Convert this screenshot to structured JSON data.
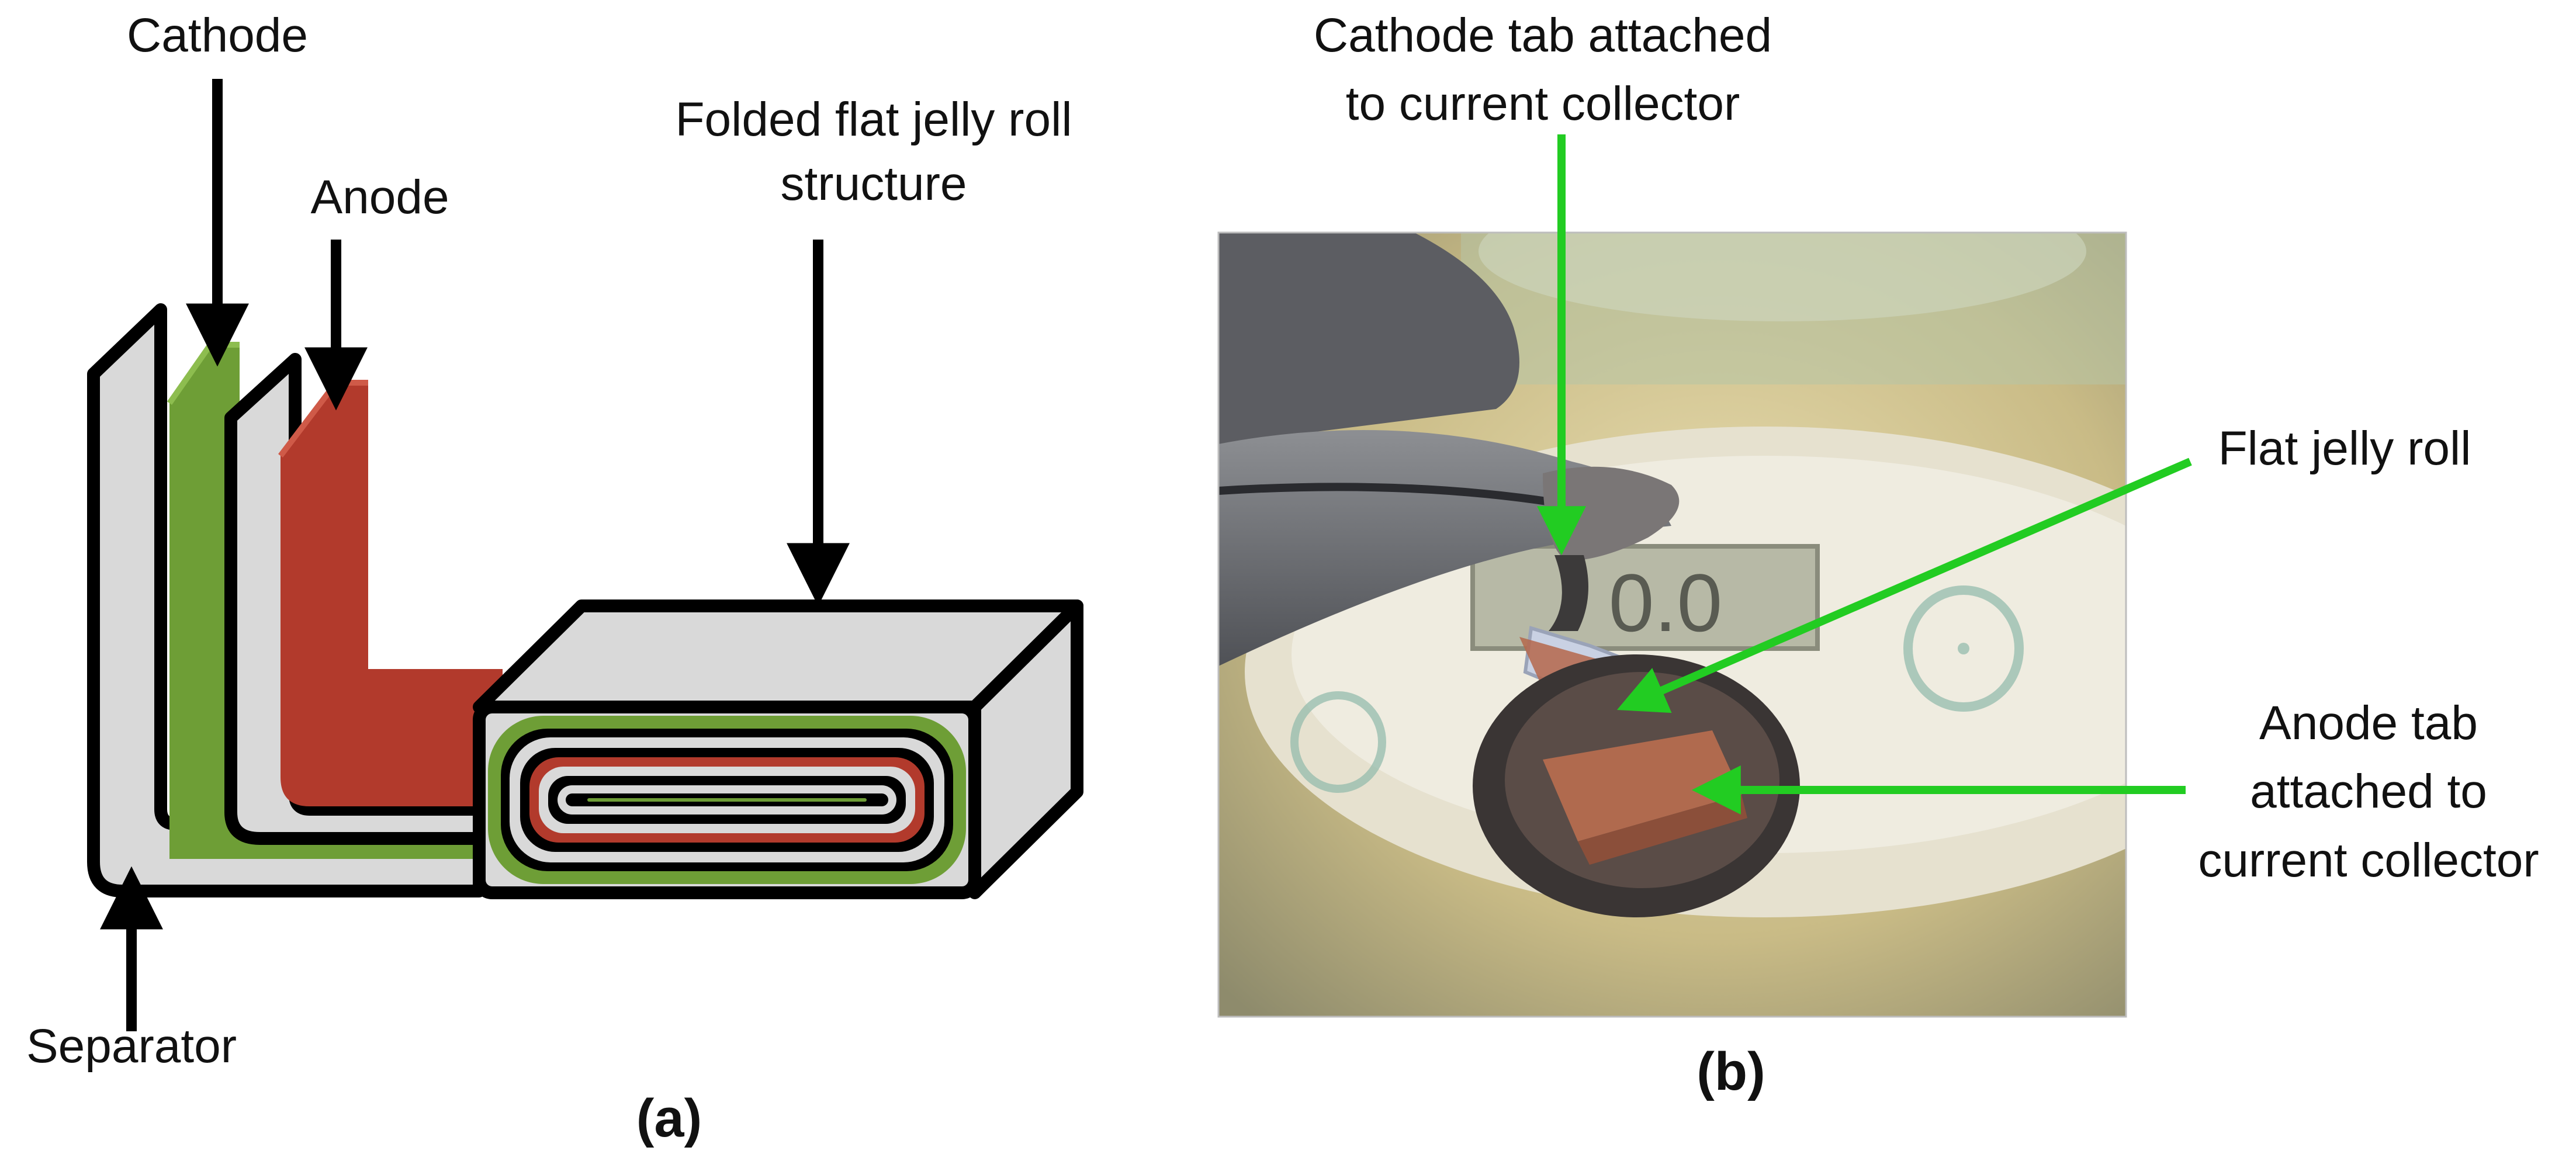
{
  "panel_a": {
    "labels": {
      "cathode": "Cathode",
      "anode": "Anode",
      "jelly_roll_line1": "Folded flat jelly roll",
      "jelly_roll_line2": "structure",
      "separator": "Separator"
    },
    "caption": "(a)"
  },
  "panel_b": {
    "labels": {
      "cathode_tab_line1": "Cathode tab attached",
      "cathode_tab_line2": "to current collector",
      "flat_jelly_roll": "Flat jelly roll",
      "anode_tab_line1": "Anode tab",
      "anode_tab_line2": "attached to",
      "anode_tab_line3": "current collector"
    },
    "scale_readout": "0.0",
    "caption": "(b)"
  },
  "colors": {
    "separator": "#d9d9d9",
    "cathode": "#6e9e36",
    "anode": "#b23a2c",
    "outline": "#000000",
    "pointer_arrows": "#22cc22"
  }
}
